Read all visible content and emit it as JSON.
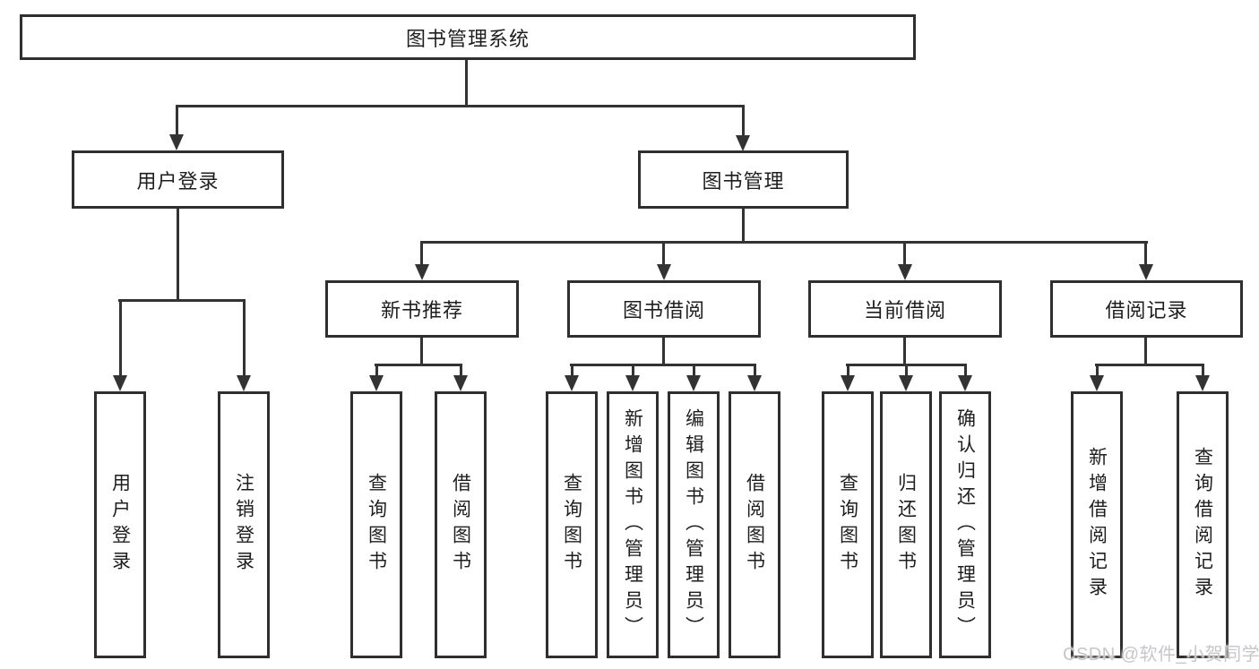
{
  "diagram_title": "图书管理系统",
  "tree": {
    "root": {
      "label": "图书管理系统"
    },
    "user": {
      "label": "用户登录",
      "children": [
        {
          "label": "用户登录"
        },
        {
          "label": "注销登录"
        }
      ]
    },
    "book": {
      "label": "图书管理",
      "sections": [
        {
          "label": "新书推荐",
          "children": [
            {
              "label": "查询图书"
            },
            {
              "label": "借阅图书"
            }
          ]
        },
        {
          "label": "图书借阅",
          "children": [
            {
              "label": "查询图书"
            },
            {
              "label": "新增图书（管理员）"
            },
            {
              "label": "编辑图书（管理员）"
            },
            {
              "label": "借阅图书"
            }
          ]
        },
        {
          "label": "当前借阅",
          "children": [
            {
              "label": "查询图书"
            },
            {
              "label": "归还图书"
            },
            {
              "label": "确认归还（管理员）"
            }
          ]
        },
        {
          "label": "借阅记录",
          "children": [
            {
              "label": "新增借阅记录"
            },
            {
              "label": "查询借阅记录"
            }
          ]
        }
      ]
    }
  },
  "watermark": "CSDN @软件_小贺同学",
  "colors": {
    "line": "#333333",
    "box_border": "#2f2f2f",
    "text": "#1e1e1e",
    "watermark": "#c7c7cb",
    "background": "#ffffff"
  }
}
